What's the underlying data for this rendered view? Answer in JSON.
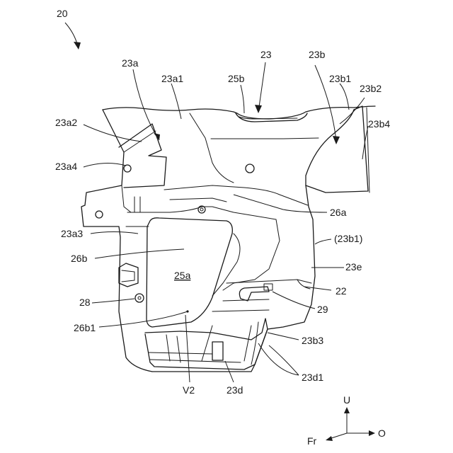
{
  "figure_ref": "20",
  "labels": {
    "l23a": "23a",
    "l23a1": "23a1",
    "l23": "23",
    "l23b": "23b",
    "l25b": "25b",
    "l23b1": "23b1",
    "l23b2": "23b2",
    "l23a2": "23a2",
    "l23b4": "23b4",
    "l23a4": "23a4",
    "l26a": "26a",
    "l23a3": "23a3",
    "l23b1p": "(23b1)",
    "l26b": "26b",
    "l23e": "23e",
    "l25a": "25a",
    "l22": "22",
    "l28": "28",
    "l29": "29",
    "l26b1": "26b1",
    "l23b3": "23b3",
    "l23d1": "23d1",
    "lV2": "V2",
    "l23d": "23d"
  },
  "axes": {
    "up": "U",
    "front": "Fr",
    "outer": "O"
  }
}
